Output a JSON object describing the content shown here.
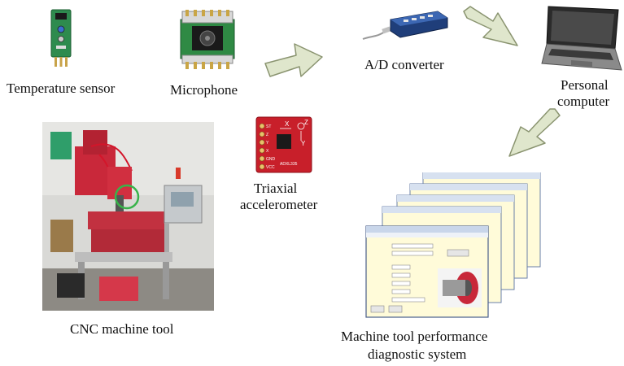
{
  "labels": {
    "temperature_sensor": "Temperature sensor",
    "microphone": "Microphone",
    "ad_converter": "A/D converter",
    "personal": "Personal",
    "computer": "computer",
    "triaxial": "Triaxial",
    "accelerometer": "accelerometer",
    "cnc_machine_tool": "CNC machine tool",
    "diag_line1": "Machine tool performance",
    "diag_line2": "diagnostic system"
  },
  "accelerometer_board": {
    "axis_x": "X",
    "axis_y": "Y",
    "axis_z": "Z",
    "chip_label": "ADXL335",
    "pins": [
      "ST",
      "Z",
      "Y",
      "X",
      "GND",
      "VCC"
    ]
  },
  "colors": {
    "arrow_fill": "#dfe6cc",
    "arrow_stroke": "#8a9470",
    "sensor_board_green": "#2e8b4e",
    "accelerometer_red": "#c81f2a",
    "machine_red": "#c9283a",
    "window_yellow": "#fffbd9"
  }
}
